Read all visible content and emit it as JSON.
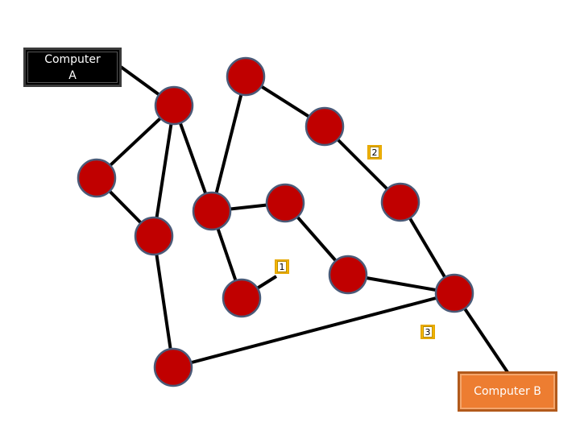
{
  "computer_a": {
    "label": "Computer\nA"
  },
  "computer_b": {
    "label": "Computer B"
  },
  "route_labels": [
    {
      "id": "route-2",
      "text": "2"
    },
    {
      "id": "route-1",
      "text": "1"
    },
    {
      "id": "route-3",
      "text": "3"
    }
  ],
  "colors": {
    "node_fill": "#c00000",
    "node_stroke": "#4a5a78",
    "edge": "#000000",
    "computer_a_bg": "#000000",
    "computer_b_bg": "#ed7d31",
    "route_label_bg": "#ffc000"
  }
}
